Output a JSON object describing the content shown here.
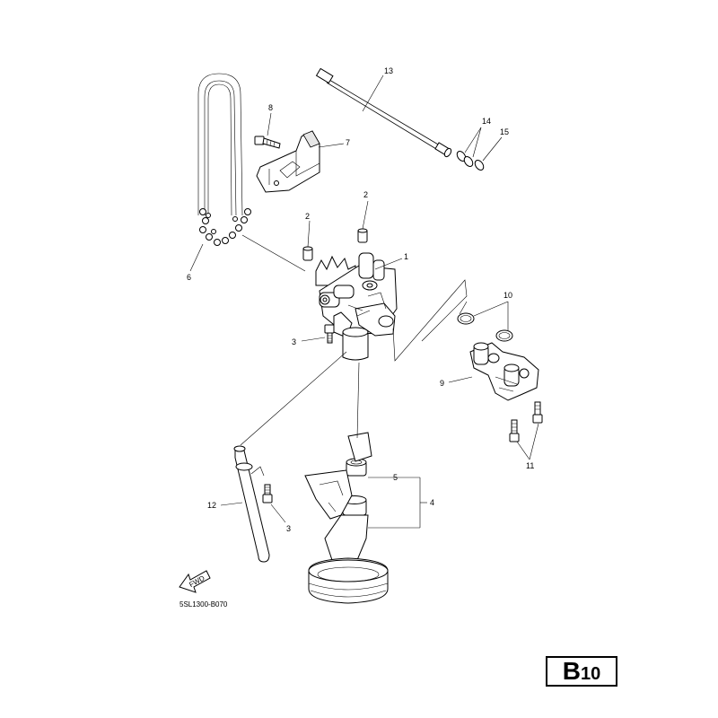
{
  "callouts": {
    "c1": "1",
    "c2a": "2",
    "c2b": "2",
    "c3a": "3",
    "c3b": "3",
    "c4": "4",
    "c5": "5",
    "c6": "6",
    "c7": "7",
    "c8": "8",
    "c9": "9",
    "c10": "10",
    "c11": "11",
    "c12": "12",
    "c13": "13",
    "c14": "14",
    "c15": "15"
  },
  "fwd_label": "FWD",
  "reference_code": "5SL1300-B070",
  "page_badge": {
    "letter": "B",
    "number": "10"
  }
}
